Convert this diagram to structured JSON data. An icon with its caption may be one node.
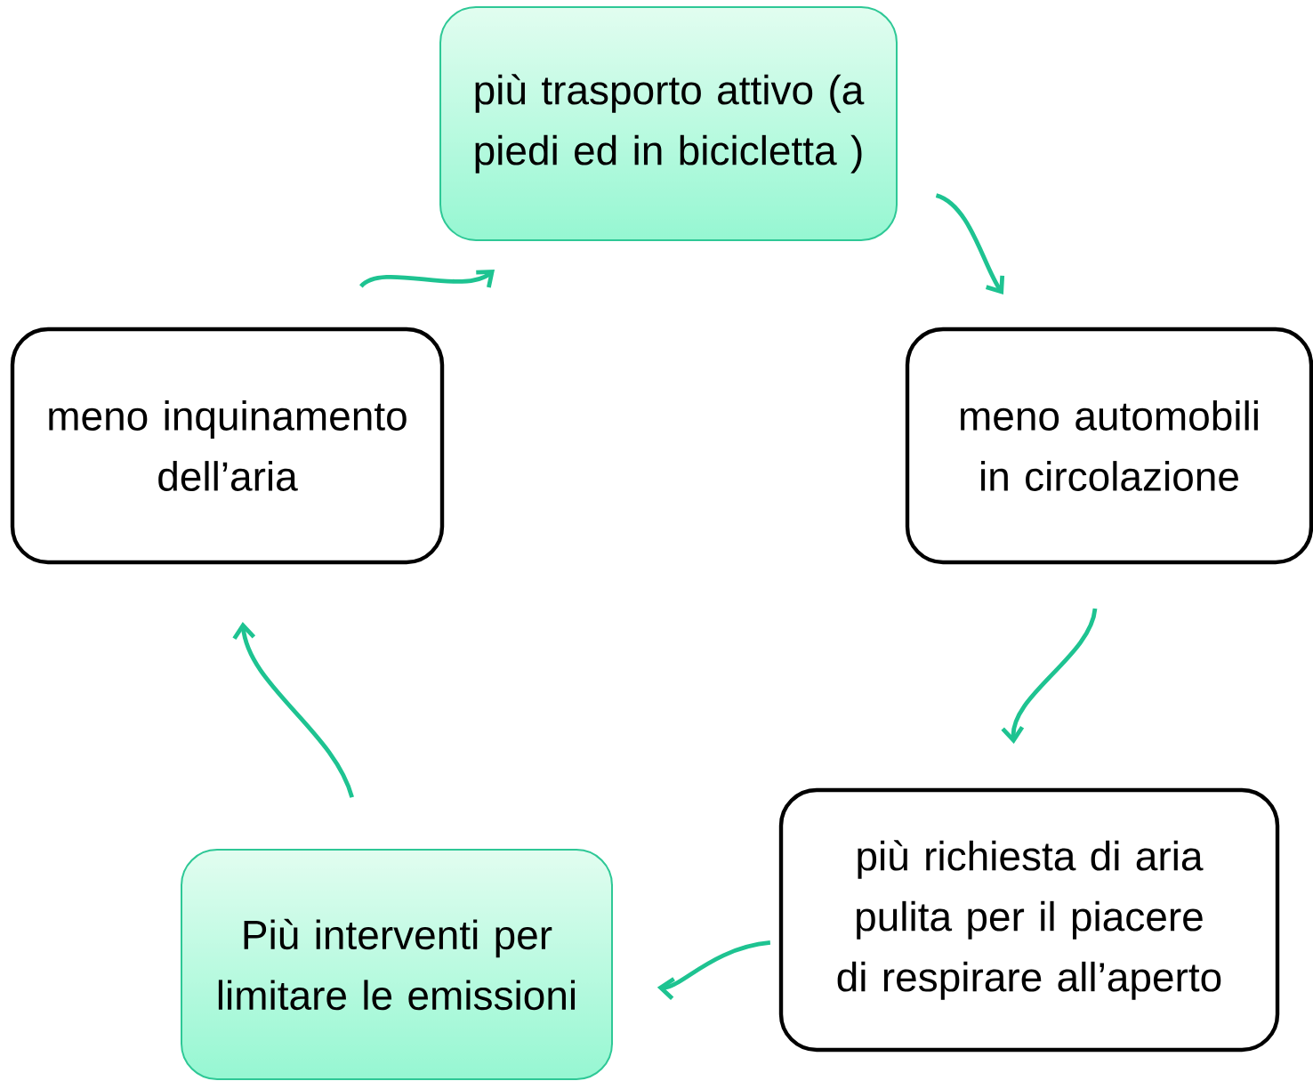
{
  "diagram": {
    "nodes": [
      {
        "text": [
          "più trasporto attivo (a piedi ed in bicicletta )"
        ]
      },
      {
        "text": [
          "meno automobili in circolazione"
        ]
      },
      {
        "text": [
          "più richiesta di aria pulita per il piacere di respirare all’aperto"
        ]
      },
      {
        "text": [
          "Più interventi per limitare le emissioni"
        ]
      },
      {
        "text": [
          "meno inquinamento dell’aria"
        ]
      }
    ],
    "edges": [
      {
        "from": 0,
        "to": 1,
        "arrow": "to"
      },
      {
        "from": 1,
        "to": 2,
        "arrow": "to"
      },
      {
        "from": 2,
        "to": 3,
        "arrow": "to"
      },
      {
        "from": 3,
        "to": 4,
        "arrow": "to"
      },
      {
        "from": 4,
        "to": 0,
        "arrow": "to"
      }
    ]
  }
}
